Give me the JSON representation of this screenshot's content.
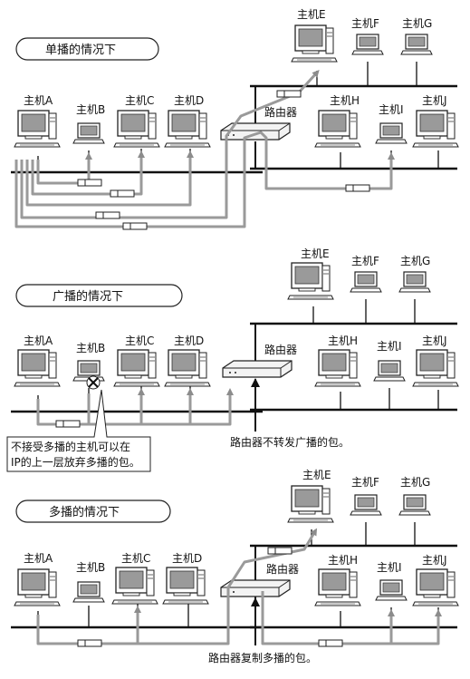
{
  "sections": [
    {
      "title": "单播的情况下",
      "hosts_left": [
        "主机A",
        "主机B",
        "主机C",
        "主机D"
      ],
      "hosts_right_top": [
        "主机E",
        "主机F",
        "主机G"
      ],
      "hosts_right_bottom": [
        "主机H",
        "主机I",
        "主机J"
      ],
      "router_label": "路由器"
    },
    {
      "title": "广播的情况下",
      "hosts_left": [
        "主机A",
        "主机B",
        "主机C",
        "主机D"
      ],
      "hosts_right_top": [
        "主机E",
        "主机F",
        "主机G"
      ],
      "hosts_right_bottom": [
        "主机H",
        "主机I",
        "主机J"
      ],
      "router_label": "路由器",
      "router_note": "路由器不转发广播的包。",
      "callout_line1": "不接受多播的主机可以在",
      "callout_line2": "IP的上一层放弃多播的包。"
    },
    {
      "title": "多播的情况下",
      "hosts_left": [
        "主机A",
        "主机B",
        "主机C",
        "主机D"
      ],
      "hosts_right_top": [
        "主机E",
        "主机F",
        "主机G"
      ],
      "hosts_right_bottom": [
        "主机H",
        "主机I",
        "主机J"
      ],
      "router_label": "路由器",
      "router_note": "路由器复制多播的包。"
    }
  ]
}
